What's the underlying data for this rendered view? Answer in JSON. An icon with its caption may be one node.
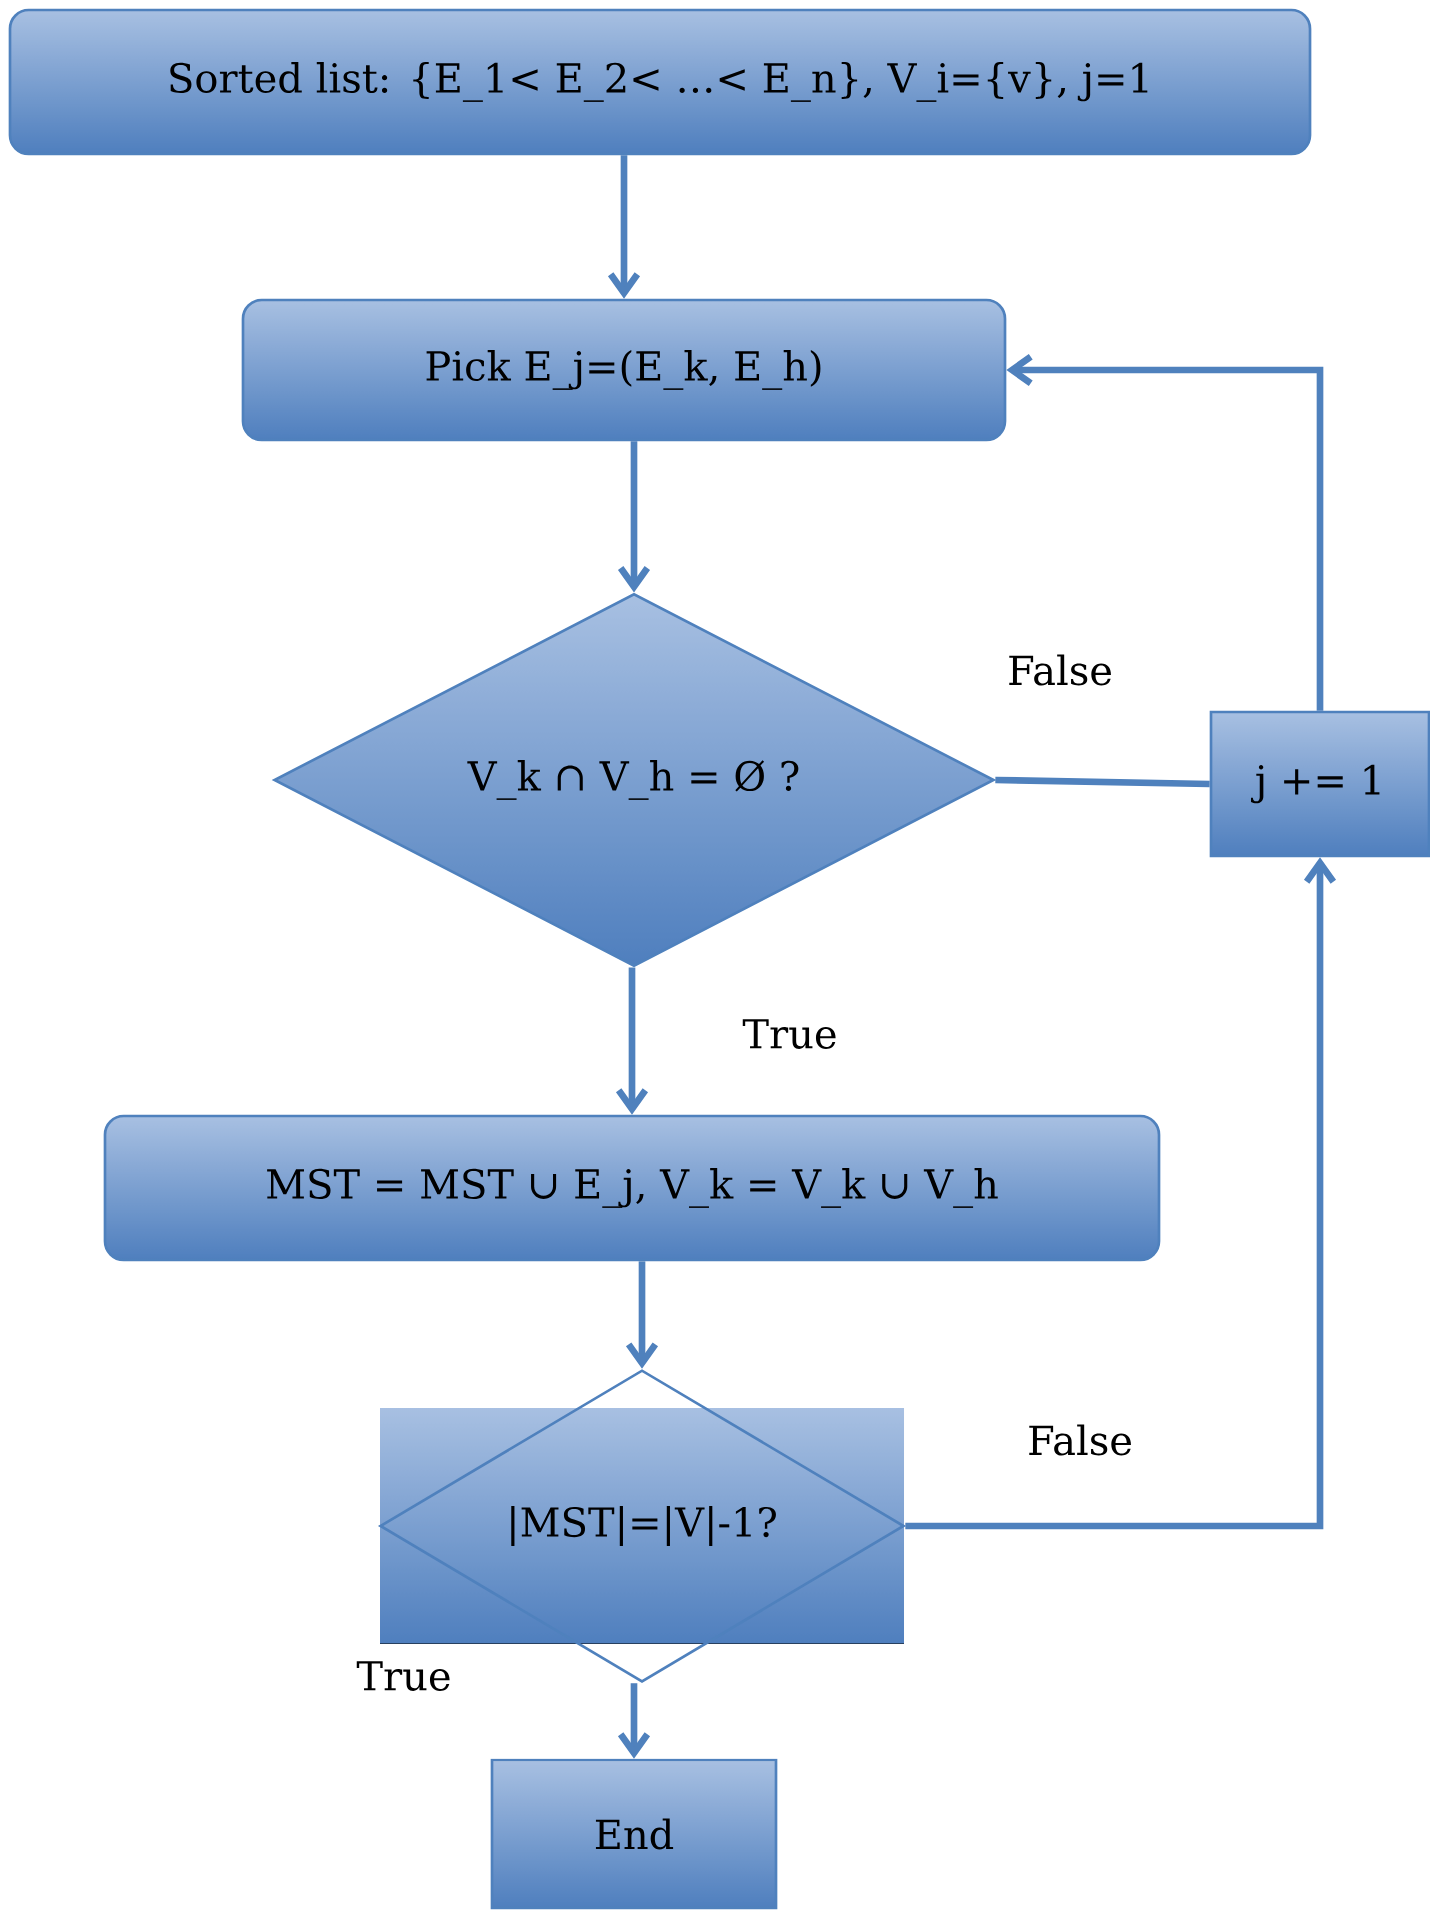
{
  "diagram": {
    "nodes": [
      {
        "text": [
          "Sorted list: {E_1< E_2< …< E_n}, V_i={v},  j=1"
        ]
      },
      {
        "text": [
          "Pick E_j=(E_k, E_h)"
        ]
      },
      {
        "text": [
          "V_k ∩ V_h = Ø ?"
        ]
      },
      {
        "text": [
          "j += 1"
        ]
      },
      {
        "text": [
          "MST = MST ∪ E_j, V_k = V_k ∪ V_h"
        ]
      },
      {
        "text": [
          "|MST|=|V|-1?"
        ]
      },
      {
        "text": [
          "End"
        ]
      }
    ],
    "edges": [
      {
        "from": 0,
        "to": 1,
        "arrow": "to"
      },
      {
        "from": 1,
        "to": 2,
        "arrow": "to"
      },
      {
        "from": 2,
        "to": 3,
        "arrow": "none",
        "label": "False"
      },
      {
        "from": 3,
        "to": 1,
        "arrow": "to"
      },
      {
        "from": 2,
        "to": 4,
        "arrow": "to",
        "label": "True"
      },
      {
        "from": 4,
        "to": 5,
        "arrow": "to"
      },
      {
        "from": 5,
        "to": 3,
        "arrow": "to",
        "label": "False"
      },
      {
        "from": 5,
        "to": 6,
        "arrow": "to",
        "label": "True"
      }
    ]
  }
}
